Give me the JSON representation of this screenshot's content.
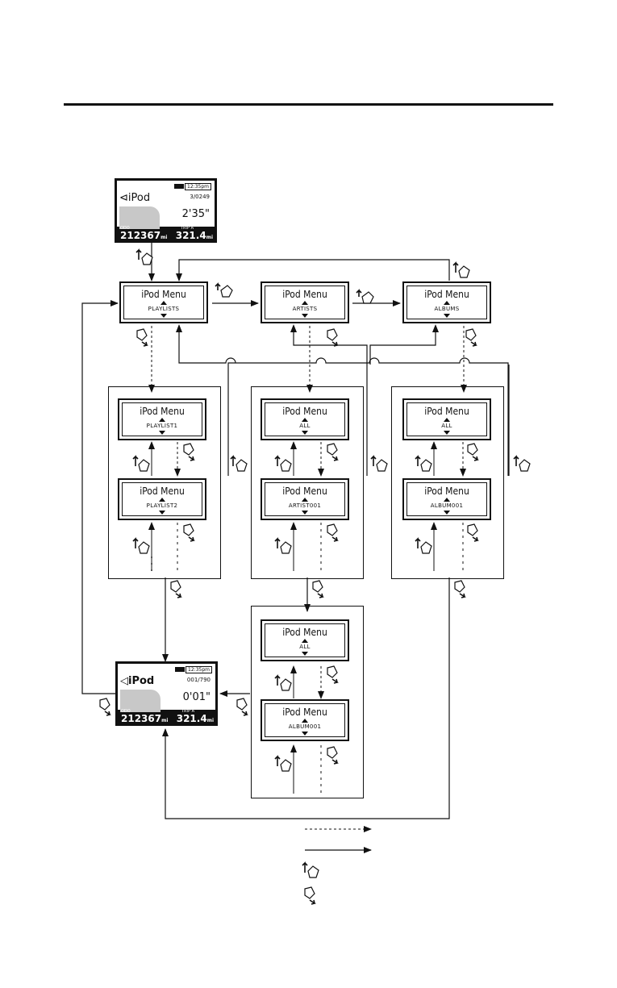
{
  "diagram": {
    "menu_title": "iPod Menu",
    "top_level": [
      "PLAYLISTS",
      "ARTISTS",
      "ALBUMS"
    ],
    "playlists_list": [
      "PLAYLIST1",
      "PLAYLIST2"
    ],
    "artists_list": [
      "ALL",
      "ARTIST001"
    ],
    "albums_list": [
      "ALL",
      "ALBUM001"
    ],
    "artist_albums_list": [
      "ALL",
      "ALBUM001"
    ]
  },
  "screen_top": {
    "source": "iPod",
    "track": "3/0249",
    "time": "2'35\"",
    "clock": "12:35pm",
    "odo_label": "ODO",
    "odo": "212367",
    "odo_unit": "mi",
    "trip_label": "TRIP A",
    "trip": "321.4",
    "trip_unit": "mi"
  },
  "screen_bottom": {
    "source": "iPod",
    "track": "001/790",
    "time": "0'01\"",
    "clock": "12:35pm",
    "odo_label": "ODO",
    "odo": "212367",
    "odo_unit": "mi",
    "trip_label": "TRIP A",
    "trip": "321.4",
    "trip_unit": "mi"
  },
  "icons": {
    "up": "knob-push-up-icon",
    "down": "knob-push-down-icon",
    "right": "knob-turn-right-icon"
  }
}
